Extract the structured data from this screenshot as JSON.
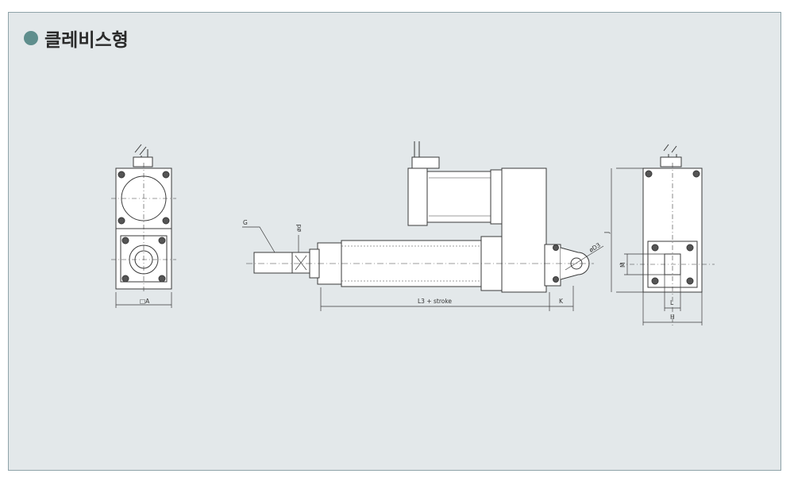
{
  "title": "클레비스형",
  "colors": {
    "frame_bg": "#e3e8ea",
    "frame_border": "#8fa3a9",
    "bullet": "#5f8e8d",
    "line": "#3a3a3a"
  },
  "labels": {
    "dim_a": "□A",
    "dim_g": "G",
    "dim_d": "ød",
    "dim_l3": "L3 + stroke",
    "dim_k": "K",
    "dim_d3": "øD3",
    "dim_j": "J",
    "dim_m": "M",
    "dim_l": "L",
    "dim_h": "H"
  }
}
